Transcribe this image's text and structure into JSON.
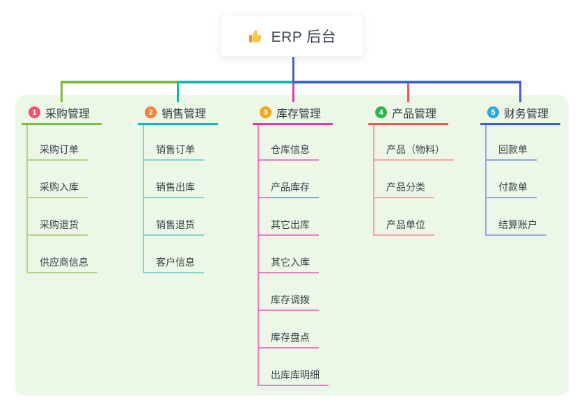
{
  "root": {
    "label": "ERP 后台",
    "icon": "thumbs-up-icon",
    "connector_color": "#4A5ECE",
    "icon_colors": {
      "hand": "#F7C644",
      "cuff": "#D79B24"
    }
  },
  "canvas": {
    "panel_color": "#ECF7E8",
    "background": "#ffffff"
  },
  "branches": [
    {
      "number": "1",
      "title": "采购管理",
      "color": "#7DBA40",
      "light_color": "#ADD584",
      "badge_color": "#F4516C",
      "side": "left",
      "items": [
        "采购订单",
        "采购入库",
        "采购退货",
        "供应商信息"
      ]
    },
    {
      "number": "2",
      "title": "销售管理",
      "color": "#14B8AC",
      "light_color": "#7CD6CC",
      "badge_color": "#F5803B",
      "side": "left",
      "items": [
        "销售订单",
        "销售出库",
        "销售退货",
        "客户信息"
      ]
    },
    {
      "number": "3",
      "title": "库存管理",
      "color": "#E23A9E",
      "light_color": "#F17CBE",
      "badge_color": "#F9A51A",
      "side": "center",
      "items": [
        "仓库信息",
        "产品库存",
        "其它出库",
        "其它入库",
        "库存调拨",
        "库存盘点",
        "出库库明细"
      ]
    },
    {
      "number": "4",
      "title": "产品管理",
      "color": "#F4554B",
      "light_color": "#F9A59D",
      "badge_color": "#2EB44E",
      "side": "right",
      "items": [
        "产品（物料）",
        "产品分类",
        "产品单位"
      ]
    },
    {
      "number": "5",
      "title": "财务管理",
      "color": "#3C63D6",
      "light_color": "#93A7E4",
      "badge_color": "#2BA9E0",
      "side": "right",
      "items": [
        "回款单",
        "付款单",
        "结算账户"
      ]
    }
  ]
}
